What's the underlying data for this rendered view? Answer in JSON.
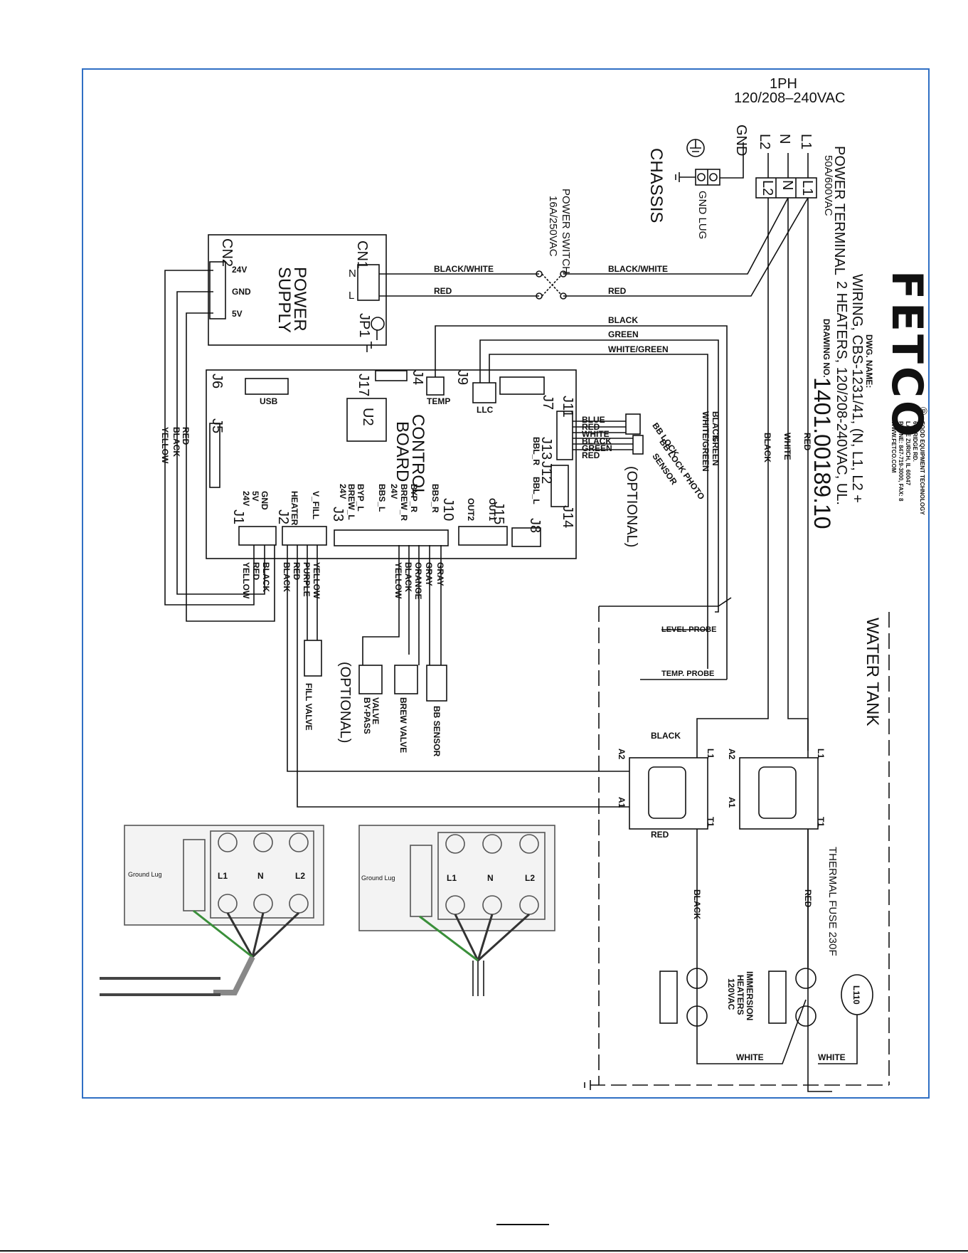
{
  "supply": {
    "phase": "1PH",
    "voltage": "120/208–240VAC",
    "gnd": "GND",
    "n": "N",
    "l1": "L1",
    "l2": "L2"
  },
  "power_terminal": {
    "title": "POWER TERMINAL",
    "rating": "50A/600VAC",
    "t1": "L1",
    "tn": "N",
    "t2": "L2"
  },
  "ground": {
    "chassis": "CHASSIS",
    "lug": "GND LUG"
  },
  "power_switch": {
    "title": "POWER SWITCH",
    "rating": "16A/250VAC"
  },
  "brand": {
    "logo": "FETCO",
    "reg": "®",
    "info": [
      "FOOD EQUIPMENT TECHNOLOGY",
      "600 RIDGE RD.",
      "LAKE ZURICH, IL 60047",
      "PHONE: 847-719-3000, FAX: 8",
      "WWW.FETCO.COM"
    ]
  },
  "drawing": {
    "name_label": "DWG. NAME:",
    "name_line1": "WIRING, CBS-1231/41, (N, L1, L2 +",
    "name_line2": "2 HEATERS, 120/208-240VAC, UL.",
    "no_label": "DRAWING NO.",
    "no": "1401.00189.10"
  },
  "power_supply": {
    "title1": "POWER",
    "title2": "SUPPLY",
    "cn1": "CN1",
    "cn2": "CN2",
    "jp1": "JP1",
    "pin_n": "N",
    "pin_l": "L",
    "pin_24v": "24V",
    "pin_gnd": "GND",
    "pin_5v": "5V"
  },
  "control_board": {
    "title1": "CONTROL",
    "title2": "BOARD",
    "u2": "U2",
    "j1": "J1",
    "j2": "J2",
    "j3": "J3",
    "j4": "J4",
    "j5": "J5",
    "j6": "J6",
    "j7": "J7",
    "j8": "J8",
    "j9": "J9",
    "j10": "J10",
    "j11": "J11",
    "j12": "J12",
    "j13": "J13",
    "j14": "J14",
    "j15": "J15",
    "j17": "J17",
    "usb": "USB",
    "temp": "TEMP",
    "llc": "LLC",
    "bbl_r": "BBL_R",
    "bbl_l": "BBL_L",
    "j1_pins": [
      "24V",
      "5V",
      "GND"
    ],
    "j2_pins": [
      "HEATER",
      "V_FILL"
    ],
    "j3_pins": [
      "24V",
      "BREW_L",
      "BYP_L",
      "BBS_L",
      "24V",
      "BREW_R",
      "BYP_R",
      "BBS_R"
    ],
    "j15_pins": [
      "OUT2",
      "OUT1"
    ]
  },
  "wires": {
    "bw1": "BLACK/WHITE",
    "bw2": "BLACK/WHITE",
    "red1": "RED",
    "red2": "RED",
    "black_top": "BLACK",
    "green_top": "GREEN",
    "wg_top": "WHITE/GREEN",
    "wg_side": "WHITE/GREEN",
    "green_side": "GREEN",
    "black_side": "BLACK",
    "l2_black": "BLACK",
    "n_white": "WHITE",
    "l1_red": "RED",
    "ps_red": "RED",
    "ps_black": "BLACK",
    "ps_yellow": "YELLOW",
    "j1_black": "BLACK",
    "j1_red": "RED",
    "j1_yellow": "YELLOW",
    "j2_black": "BLACK",
    "j2_red": "RED",
    "j2_purple": "PURPLE",
    "j2_yellow": "YELLOW",
    "j3_yellow": "YELLOW",
    "j3_black": "BLACK",
    "j3_orange": "ORANGE",
    "j3_gray1": "GRAY",
    "j3_gray2": "GRAY",
    "bb_blue": "BLUE",
    "bb_red": "RED",
    "bb_white": "WHITE",
    "bb_black": "BLACK",
    "bb_green": "GREEN",
    "bb_red2": "RED",
    "relay_black": "BLACK",
    "relay_red": "RED",
    "heater_black": "BLACK",
    "heater_red": "RED",
    "white1": "WHITE",
    "white2": "WHITE"
  },
  "components": {
    "bb_lock": "BB LOCK",
    "bb_lock_photo": "BB LOCK PHOTO",
    "sensor": "SENSOR",
    "optional": "(OPTIONAL)",
    "optional2": "(OPTIONAL)",
    "fill_valve": "FILL VALVE",
    "bypass_valve1": "BY-PASS",
    "bypass_valve2": "VALVE",
    "brew_valve": "BREW VALVE",
    "bb_sensor": "BB SENSOR",
    "water_tank": "WATER TANK",
    "level_probe": "LEVEL PROBE",
    "temp_probe": "TEMP. PROBE",
    "thermal_fuse": "THERMAL FUSE 230F",
    "fuse_code": "L110",
    "heaters1": "IMMERSION",
    "heaters2": "HEATERS",
    "heaters3": "120VAC",
    "relay_a2": "A2",
    "relay_a1": "A1",
    "relay_l1": "L1",
    "relay_t1": "T1",
    "relay2_a2": "A2",
    "relay2_a1": "A1",
    "relay2_l1": "L1",
    "relay2_t1": "T1"
  },
  "photos": {
    "ground_lug": "Ground Lug",
    "ground_lug2": "Ground Lug",
    "l1": "L1",
    "n": "N",
    "l2": "L2",
    "l1b": "L1",
    "nb": "N",
    "l2b": "L2"
  },
  "colors": {
    "frame": "#2f6fc4",
    "wire": "#111111",
    "green_wire": "#3a8f3a"
  }
}
